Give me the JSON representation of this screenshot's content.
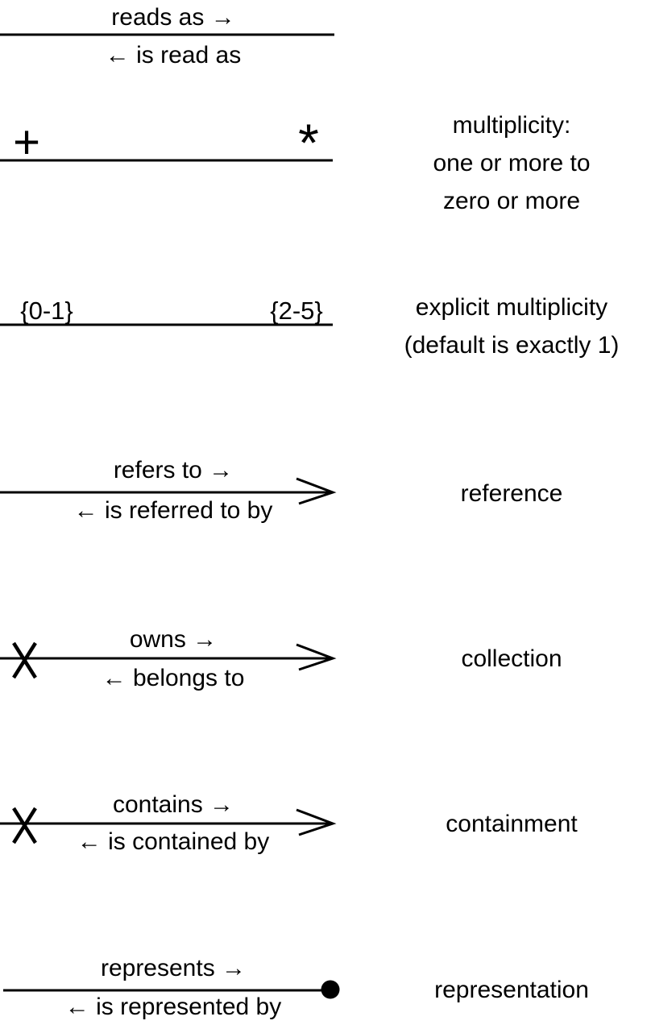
{
  "colors": {
    "ink": "#000000",
    "background": "#ffffff"
  },
  "legend": {
    "rows": [
      {
        "id": "read-direction",
        "above": "reads as →",
        "below": "← is read as",
        "label": ""
      },
      {
        "id": "multiplicity",
        "left_marker": "+",
        "right_marker": "*",
        "label": "multiplicity:\none or more to\nzero or more"
      },
      {
        "id": "explicit-multiplicity",
        "left_marker": "{0-1}",
        "right_marker": "{2-5}",
        "label": "explicit multiplicity\n(default is exactly 1)"
      },
      {
        "id": "reference",
        "above": "refers to →",
        "below": "← is referred to by",
        "label": "reference"
      },
      {
        "id": "collection",
        "above": "owns →",
        "below": "← belongs to",
        "label": "collection"
      },
      {
        "id": "containment",
        "above": "contains →",
        "below": "← is contained by",
        "label": "containment"
      },
      {
        "id": "representation",
        "above": "represents →",
        "below": "← is represented by",
        "label": "representation"
      }
    ]
  }
}
